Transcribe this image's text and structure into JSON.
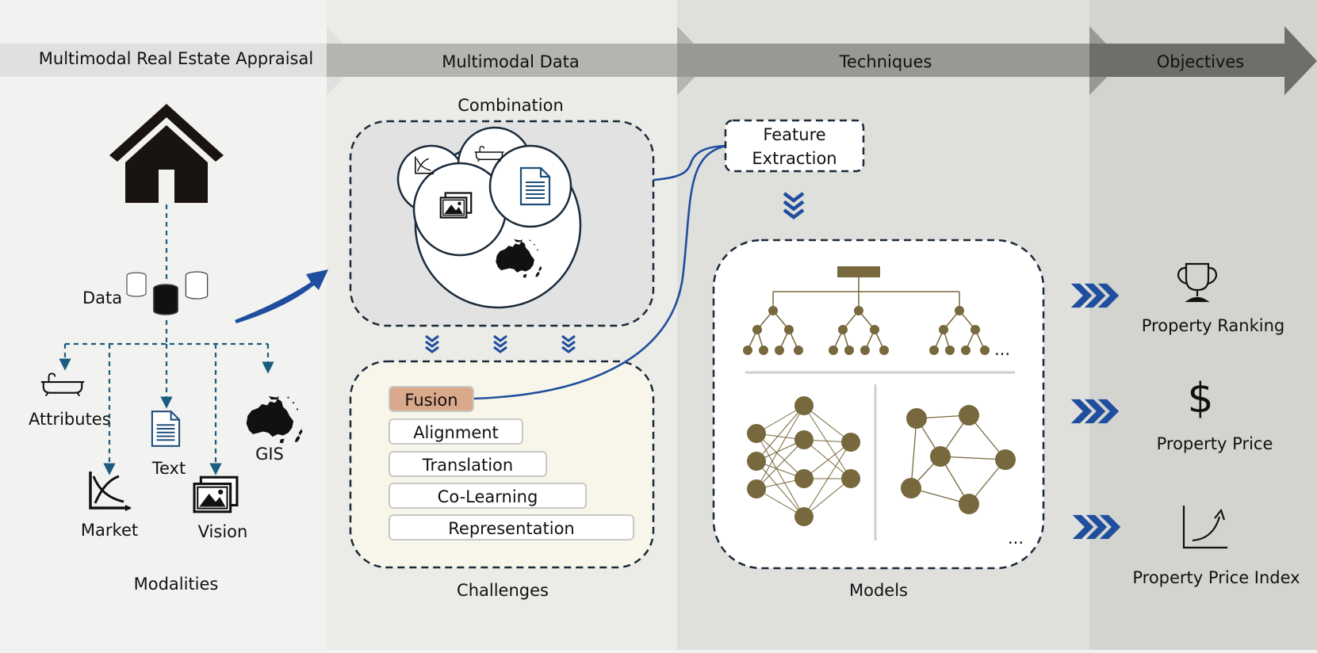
{
  "header": {
    "title": "Multimodal Real Estate Appraisal",
    "col_data": "Multimodal Data",
    "col_techniques": "Techniques",
    "col_objectives": "Objectives"
  },
  "modalities": {
    "data_label": "Data",
    "attributes": "Attributes",
    "text": "Text",
    "gis": "GIS",
    "market": "Market",
    "vision": "Vision",
    "caption": "Modalities"
  },
  "multimodal_data": {
    "combination": "Combination",
    "challenges_caption": "Challenges",
    "challenges": [
      "Fusion",
      "Alignment",
      "Translation",
      "Co-Learning",
      "Representation"
    ]
  },
  "techniques": {
    "feature_extraction_line1": "Feature",
    "feature_extraction_line2": "Extraction",
    "models_caption": "Models",
    "ellipsis": "..."
  },
  "objectives": {
    "ranking": "Property Ranking",
    "price": "Property Price",
    "price_index": "Property Price Index",
    "dollar": "$"
  },
  "colors": {
    "blue": "#1f4e9e",
    "dash": "#1b5d80",
    "olive": "#77683d",
    "fusion": "#daa88a"
  }
}
